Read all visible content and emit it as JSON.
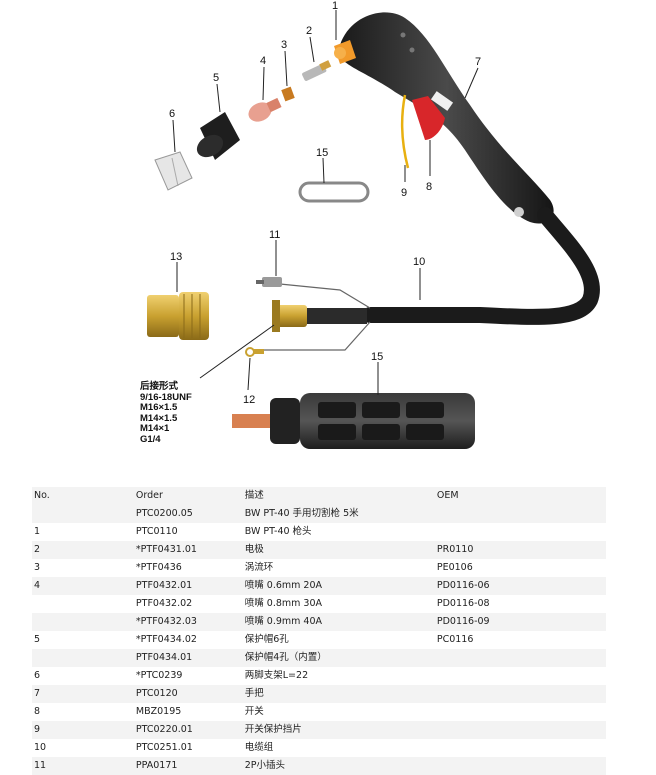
{
  "callouts": [
    "1",
    "2",
    "3",
    "4",
    "5",
    "6",
    "7",
    "8",
    "9",
    "10",
    "11",
    "12",
    "13",
    "15",
    "15"
  ],
  "thread_options": {
    "title": "后接形式",
    "items": [
      "9/16-18UNF",
      "M16×1.5",
      "M14×1.5",
      "M14×1",
      "G1/4"
    ]
  },
  "colors": {
    "torch_body": "#2a2a2a",
    "trigger": "#d8262a",
    "brass": "#c9a130",
    "nozzle_copper": "#d9826a",
    "tip_orange": "#f29a2a",
    "row_shade": "#f3f3f3"
  },
  "table": {
    "headers": [
      "No.",
      "Order",
      "描述",
      "OEM"
    ],
    "rows": [
      {
        "no": "",
        "order": "PTC0200.05",
        "desc": "BW PT-40 手用切割枪 5米",
        "oem": ""
      },
      {
        "no": "1",
        "order": "PTC0110",
        "desc": "BW PT-40 枪头",
        "oem": ""
      },
      {
        "no": "2",
        "order": "*PTF0431.01",
        "desc": "电极",
        "oem": "PR0110"
      },
      {
        "no": "3",
        "order": "*PTF0436",
        "desc": "涡流环",
        "oem": "PE0106"
      },
      {
        "no": "4",
        "order": "PTF0432.01",
        "desc": "喷嘴 0.6mm 20A",
        "oem": "PD0116-06"
      },
      {
        "no": "",
        "order": "PTF0432.02",
        "desc": "喷嘴 0.8mm 30A",
        "oem": "PD0116-08"
      },
      {
        "no": "",
        "order": "*PTF0432.03",
        "desc": "喷嘴 0.9mm 40A",
        "oem": "PD0116-09"
      },
      {
        "no": "5",
        "order": "*PTF0434.02",
        "desc": "保护帽6孔",
        "oem": "PC0116"
      },
      {
        "no": "",
        "order": "PTF0434.01",
        "desc": "保护帽4孔（内置）",
        "oem": ""
      },
      {
        "no": "6",
        "order": "*PTC0239",
        "desc": "两脚支架L=22",
        "oem": ""
      },
      {
        "no": "7",
        "order": "PTC0120",
        "desc": "手把",
        "oem": ""
      },
      {
        "no": "8",
        "order": "MBZ0195",
        "desc": "开关",
        "oem": ""
      },
      {
        "no": "9",
        "order": "PTC0220.01",
        "desc": "开关保护挡片",
        "oem": ""
      },
      {
        "no": "10",
        "order": "PTC0251.01",
        "desc": "电缆组",
        "oem": ""
      },
      {
        "no": "11",
        "order": "PPA0171",
        "desc": "2P小插头",
        "oem": ""
      }
    ]
  }
}
